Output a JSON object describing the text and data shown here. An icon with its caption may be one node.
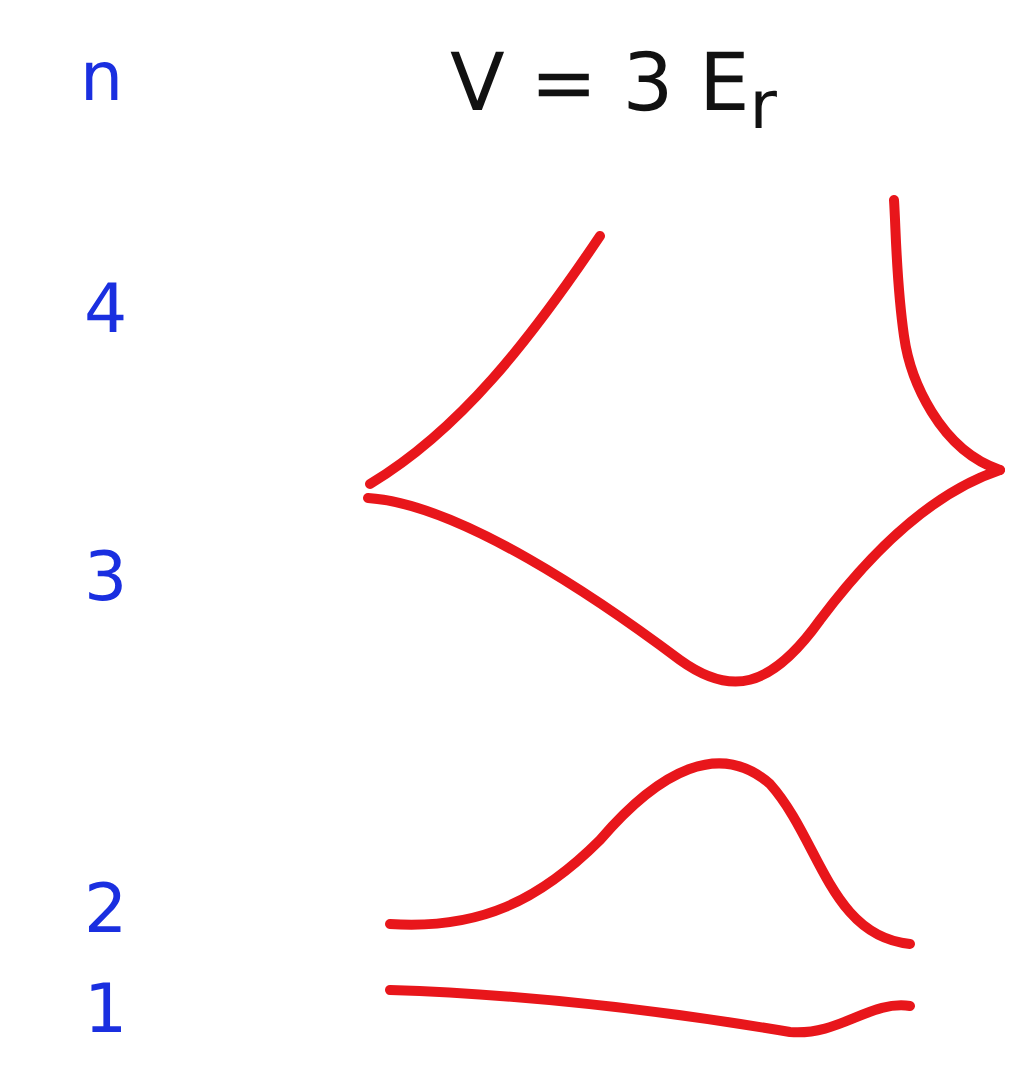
{
  "diagram": {
    "title": "V = 3 E$_{r}$",
    "labels": [
      "n",
      "4",
      "3",
      "2",
      "1"
    ]
  }
}
